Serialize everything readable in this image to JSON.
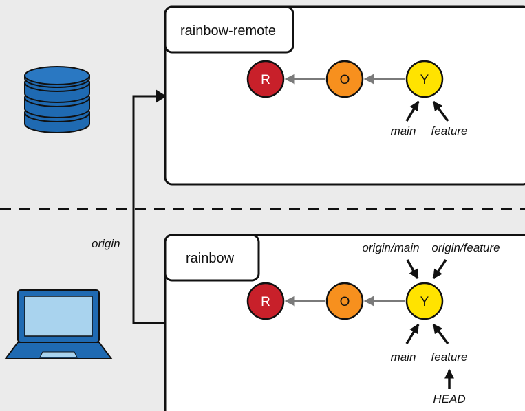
{
  "colors": {
    "background": "#ebebeb",
    "commit_r": "#c8202a",
    "commit_o": "#f7901e",
    "commit_y": "#ffe300",
    "history_arrow": "#7a7a7a",
    "server_icon": "#1f6ab2",
    "laptop_icon": "#1f6ab2"
  },
  "icons": {
    "server": "database-icon",
    "laptop": "laptop-icon"
  },
  "remote_repo": {
    "name": "rainbow-remote",
    "commits": [
      "R",
      "O",
      "Y"
    ],
    "refs": {
      "main": "main",
      "feature": "feature"
    }
  },
  "local_repo": {
    "name": "rainbow",
    "commits": [
      "R",
      "O",
      "Y"
    ],
    "refs": {
      "origin_main": "origin/main",
      "origin_feature": "origin/feature",
      "main": "main",
      "feature": "feature",
      "head": "HEAD"
    }
  },
  "connection": {
    "label": "origin"
  }
}
